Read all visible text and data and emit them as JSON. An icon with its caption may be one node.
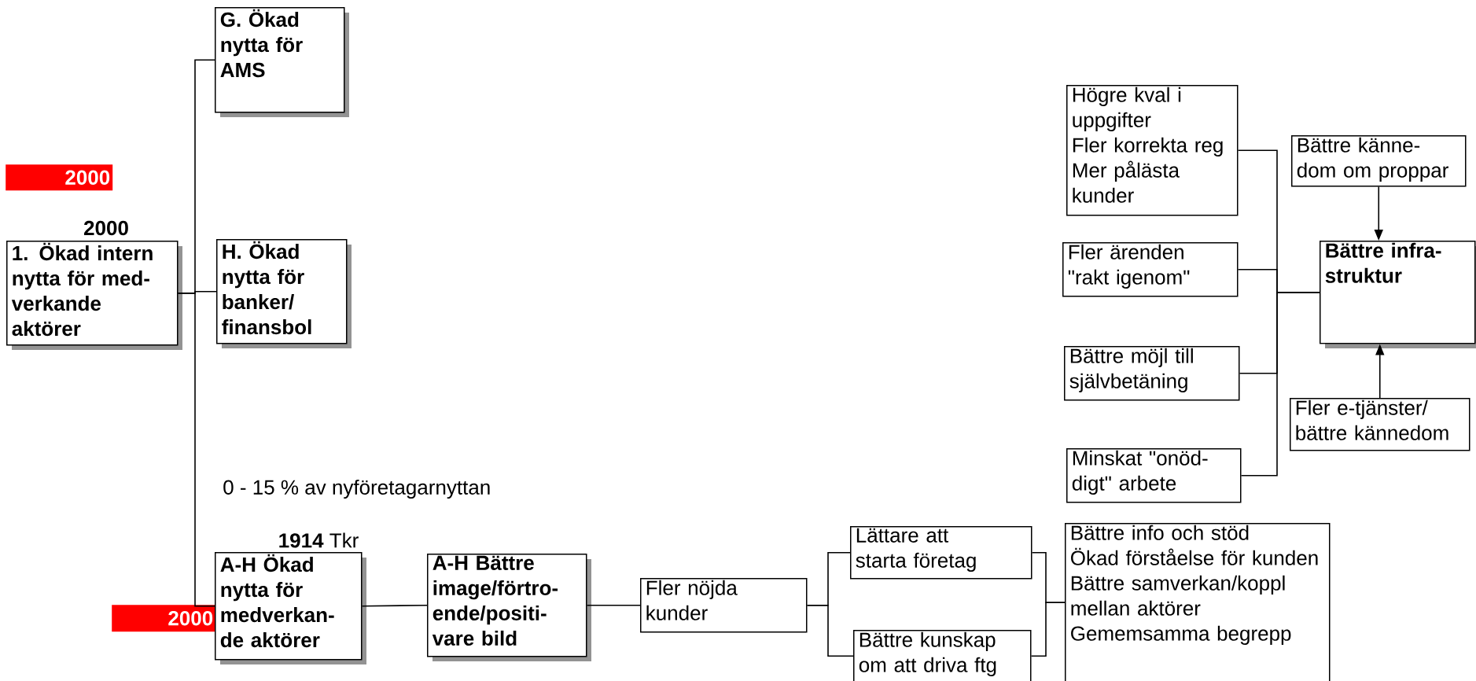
{
  "diagram": {
    "nodes": [
      {
        "text": [
          "G. Ökad nytta för AMS"
        ]
      },
      {
        "text": [
          "2000"
        ]
      },
      {
        "text": [
          "1. Ökad intern nytta för med- verkande aktörer"
        ],
        "beside": [
          "2000"
        ]
      },
      {
        "text": [
          "H. Ökad nytta för banker/ finansbol"
        ]
      },
      {
        "text": [
          "Högre kval i uppgifter",
          "Fler korrekta reg",
          "Mer pålästa kunder"
        ]
      },
      {
        "text": [
          "Bättre känne- dom om proppar"
        ]
      },
      {
        "text": [
          "Fler ärenden \"rakt igenom\""
        ]
      },
      {
        "text": [
          "Bättre infra- struktur"
        ]
      },
      {
        "text": [
          "Bättre möjl till självbetäning"
        ]
      },
      {
        "text": [
          "Fler e-tjänster/ bättre kännedom"
        ]
      },
      {
        "text": [
          "Minskat \"onöd- digt\" arbete"
        ]
      },
      {
        "text": [
          "2000"
        ]
      },
      {
        "text": [
          "A-H Ökad nytta för medverkan- de aktörer"
        ],
        "beside": [
          "**1914** Tkr"
        ]
      },
      {
        "text": [
          "A-H Bättre image/förtro- ende/positi- vare bild"
        ]
      },
      {
        "text": [
          "Fler nöjda kunder"
        ]
      },
      {
        "text": [
          "Lättare att starta företag"
        ]
      },
      {
        "text": [
          "Bättre kunskap om att driva ftg"
        ]
      },
      {
        "text": [
          "Bättre info och stöd",
          "Ökad förståelse för kunden",
          "Bättre samverkan/koppl mellan aktörer",
          "Gememsamma begrepp"
        ]
      }
    ],
    "edges": [
      {
        "from": 2,
        "to": 0,
        "arrow": "none"
      },
      {
        "from": 2,
        "to": 3,
        "arrow": "none"
      },
      {
        "from": 2,
        "to": 12,
        "arrow": "none"
      },
      {
        "from": 12,
        "to": 13,
        "arrow": "none"
      },
      {
        "from": 13,
        "to": 14,
        "arrow": "none"
      },
      {
        "from": 14,
        "to": 15,
        "arrow": "none"
      },
      {
        "from": 14,
        "to": 16,
        "arrow": "none"
      },
      {
        "from": 15,
        "to": 17,
        "arrow": "none"
      },
      {
        "from": 16,
        "to": 17,
        "arrow": "none"
      },
      {
        "from": 4,
        "to": 7,
        "arrow": "none"
      },
      {
        "from": 6,
        "to": 7,
        "arrow": "none"
      },
      {
        "from": 8,
        "to": 7,
        "arrow": "none"
      },
      {
        "from": 10,
        "to": 7,
        "arrow": "none"
      },
      {
        "from": 5,
        "to": 7,
        "arrow": "to"
      },
      {
        "from": 9,
        "to": 7,
        "arrow": "to"
      }
    ],
    "labels": [
      "0 - 15 %  av nyföretagarnyttan"
    ]
  }
}
